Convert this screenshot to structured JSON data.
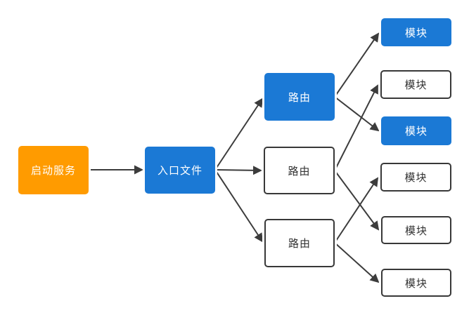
{
  "diagram": {
    "type": "flowchart",
    "background": "#ffffff",
    "arrow_color": "#3c3c3c",
    "colors": {
      "node_blue": "#1b79d5",
      "node_orange": "#ff9b00",
      "node_white": "#ffffff",
      "dark_border": "#383838",
      "dark_text": "#333333",
      "light_text": "#ffffff"
    },
    "nodes": [
      {
        "id": "start",
        "label": "启动服务",
        "fill": "#ff9b00",
        "text_color": "#ffffff"
      },
      {
        "id": "entry",
        "label": "入口文件",
        "fill": "#1b79d5",
        "text_color": "#ffffff"
      },
      {
        "id": "route-1",
        "label": "路由",
        "fill": "#1b79d5",
        "text_color": "#ffffff"
      },
      {
        "id": "route-2",
        "label": "路由",
        "fill": "#ffffff",
        "text_color": "#333333"
      },
      {
        "id": "route-3",
        "label": "路由",
        "fill": "#ffffff",
        "text_color": "#333333"
      },
      {
        "id": "module-1",
        "label": "模块",
        "fill": "#1b79d5",
        "text_color": "#ffffff"
      },
      {
        "id": "module-2",
        "label": "模块",
        "fill": "#ffffff",
        "text_color": "#333333"
      },
      {
        "id": "module-3",
        "label": "模块",
        "fill": "#1b79d5",
        "text_color": "#ffffff"
      },
      {
        "id": "module-4",
        "label": "模块",
        "fill": "#ffffff",
        "text_color": "#333333"
      },
      {
        "id": "module-5",
        "label": "模块",
        "fill": "#ffffff",
        "text_color": "#333333"
      },
      {
        "id": "module-6",
        "label": "模块",
        "fill": "#ffffff",
        "text_color": "#333333"
      }
    ],
    "edges": [
      {
        "from": "start",
        "to": "entry"
      },
      {
        "from": "entry",
        "to": "route-1"
      },
      {
        "from": "entry",
        "to": "route-2"
      },
      {
        "from": "entry",
        "to": "route-3"
      },
      {
        "from": "route-1",
        "to": "module-1"
      },
      {
        "from": "route-1",
        "to": "module-3"
      },
      {
        "from": "route-2",
        "to": "module-2"
      },
      {
        "from": "route-2",
        "to": "module-5"
      },
      {
        "from": "route-3",
        "to": "module-4"
      },
      {
        "from": "route-3",
        "to": "module-6"
      }
    ]
  }
}
